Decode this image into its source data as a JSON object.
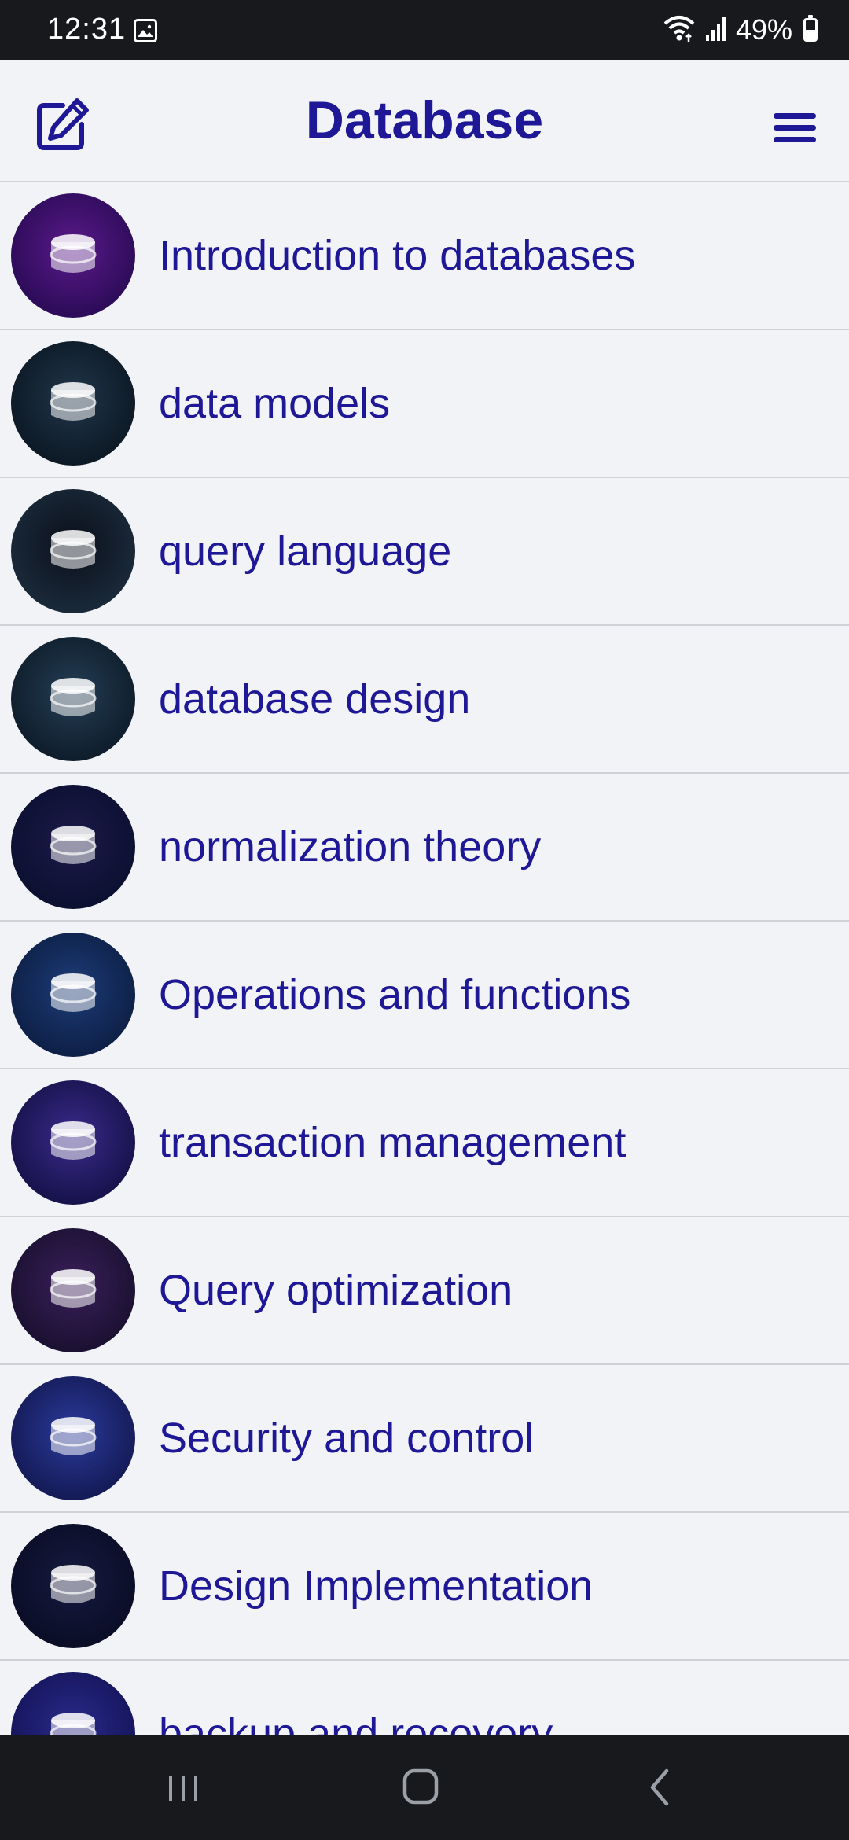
{
  "status_bar": {
    "time": "12:31",
    "battery": "49%",
    "icons": [
      "gallery-icon",
      "wifi-icon",
      "signal-icon",
      "battery-icon"
    ]
  },
  "header": {
    "title": "Database",
    "left_icon": "edit-icon",
    "right_icon": "hamburger-menu-icon"
  },
  "topics": [
    {
      "label": "Introduction to databases",
      "colors": [
        "#5a1a8a",
        "#2b0b57"
      ]
    },
    {
      "label": "data models",
      "colors": [
        "#20364a",
        "#0c1824"
      ]
    },
    {
      "label": "query language",
      "colors": [
        "#0b0f1a",
        "#1a2a3a"
      ]
    },
    {
      "label": "database design",
      "colors": [
        "#243e55",
        "#0e1c2a"
      ]
    },
    {
      "label": "normalization theory",
      "colors": [
        "#1c1a4a",
        "#0b1030"
      ]
    },
    {
      "label": "Operations and functions",
      "colors": [
        "#1d3c78",
        "#0d1f45"
      ]
    },
    {
      "label": "transaction management",
      "colors": [
        "#3a2a8a",
        "#16124a"
      ]
    },
    {
      "label": "Query optimization",
      "colors": [
        "#3a1f5a",
        "#1a1030"
      ]
    },
    {
      "label": "Security and control",
      "colors": [
        "#2a3a9a",
        "#141a55"
      ]
    },
    {
      "label": "Design Implementation",
      "colors": [
        "#161a40",
        "#0a0d25"
      ]
    },
    {
      "label": "backup and recovery",
      "colors": [
        "#2a2a8a",
        "#14145a"
      ]
    }
  ],
  "nav_bar": {
    "icons": [
      "recent-apps-icon",
      "home-icon",
      "back-icon"
    ]
  },
  "colors": {
    "accent": "#1e1896",
    "background": "#f2f3f7",
    "system_bar": "#17191d",
    "divider": "#cfd1d6"
  }
}
